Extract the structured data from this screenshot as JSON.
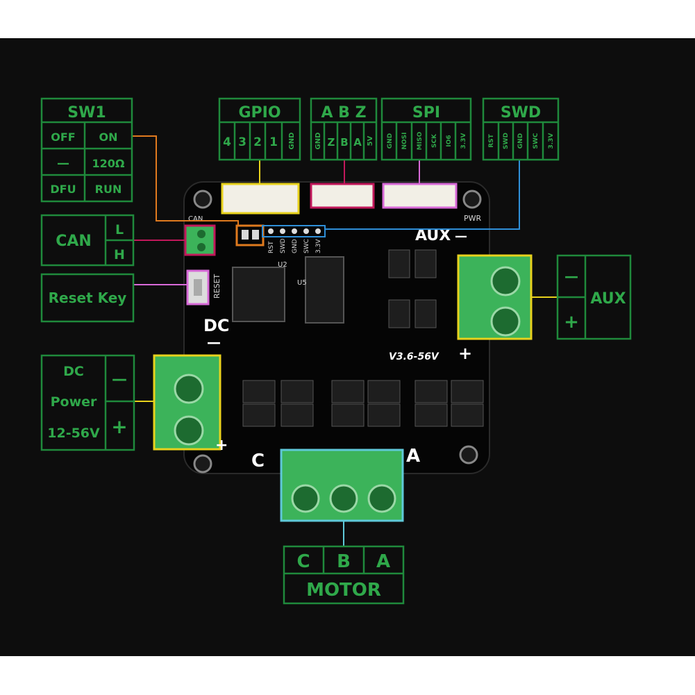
{
  "sw1": {
    "title": "SW1",
    "off": "OFF",
    "on": "ON",
    "dash": "—",
    "ohm": "120Ω",
    "dfu": "DFU",
    "run": "RUN"
  },
  "gpio": {
    "title": "GPIO",
    "pins": [
      "4",
      "3",
      "2",
      "1",
      "GND"
    ]
  },
  "abz": {
    "title": "A B Z",
    "pins": [
      "GND",
      "Z",
      "B",
      "A",
      "5V"
    ]
  },
  "spi": {
    "title": "SPI",
    "pins": [
      "GND",
      "NOSI",
      "MISO",
      "SCK",
      "IO6",
      "3.3V"
    ]
  },
  "swd": {
    "title": "SWD",
    "pins": [
      "RST",
      "SWD",
      "GND",
      "SWC",
      "3.3V"
    ]
  },
  "can": {
    "title": "CAN",
    "l": "L",
    "h": "H"
  },
  "reset": {
    "title": "Reset Key"
  },
  "dc": {
    "line1": "DC",
    "line2": "Power",
    "line3": "12-56V",
    "minus": "—",
    "plus": "+"
  },
  "aux": {
    "title": "AUX",
    "minus": "—",
    "plus": "+"
  },
  "motor": {
    "title": "MOTOR",
    "phases": [
      "C",
      "B",
      "A"
    ]
  },
  "pcb": {
    "version": "V3.6-56V",
    "aux": "AUX",
    "dc": "DC",
    "c": "C",
    "a": "A",
    "reset": "RESET",
    "pwr": "PWR",
    "can": "CAN",
    "u2": "U2",
    "u5": "U5",
    "minus": "—",
    "plus": "+",
    "header": [
      "RST",
      "SWD",
      "GND",
      "SWC",
      "3.3V"
    ]
  },
  "colors": {
    "green": "#2fa84a",
    "orange": "#e07a1e",
    "yellow": "#e8d21d",
    "magenta": "#c2185b",
    "pink": "#d86ad8",
    "blue": "#2f8fd8",
    "cyan": "#5fc9d9"
  }
}
